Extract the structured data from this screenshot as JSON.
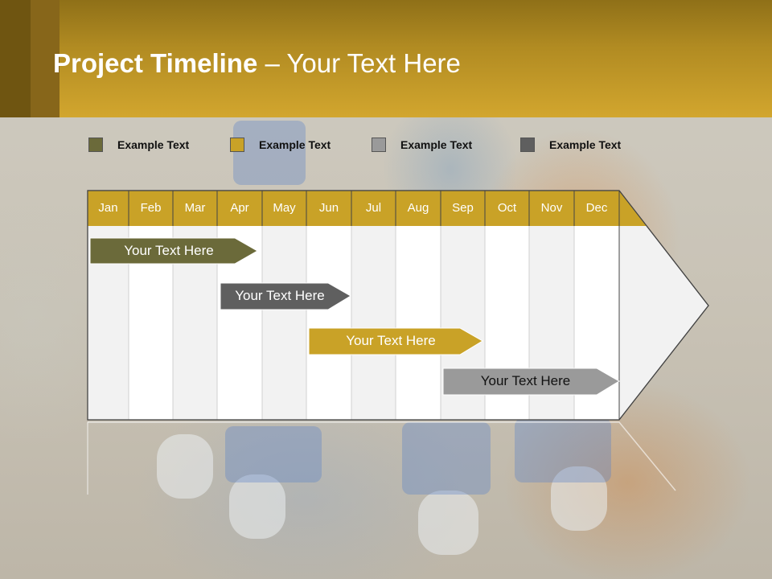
{
  "slide": {
    "title_bold": "Project Timeline",
    "title_rest": " – Your Text Here"
  },
  "legend": [
    {
      "label": "Example Text",
      "color": "#6b6a3a"
    },
    {
      "label": "Example Text",
      "color": "#c9a227"
    },
    {
      "label": "Example Text",
      "color": "#9a9a9a"
    },
    {
      "label": "Example Text",
      "color": "#5f5f5f"
    }
  ],
  "months": [
    "Jan",
    "Feb",
    "Mar",
    "Apr",
    "May",
    "Jun",
    "Jul",
    "Aug",
    "Sep",
    "Oct",
    "Nov",
    "Dec"
  ],
  "tasks": [
    {
      "label": "Your  Text Here",
      "color": "#6b6a3a"
    },
    {
      "label": "Your  Text Here",
      "color": "#5f5f5f"
    },
    {
      "label": "Your  Text Here",
      "color": "#c9a227"
    },
    {
      "label": "Your  Text Here",
      "color": "#9a9a9a"
    }
  ],
  "colors": {
    "header": "#c9a227",
    "month_bar": "#c9a227"
  }
}
